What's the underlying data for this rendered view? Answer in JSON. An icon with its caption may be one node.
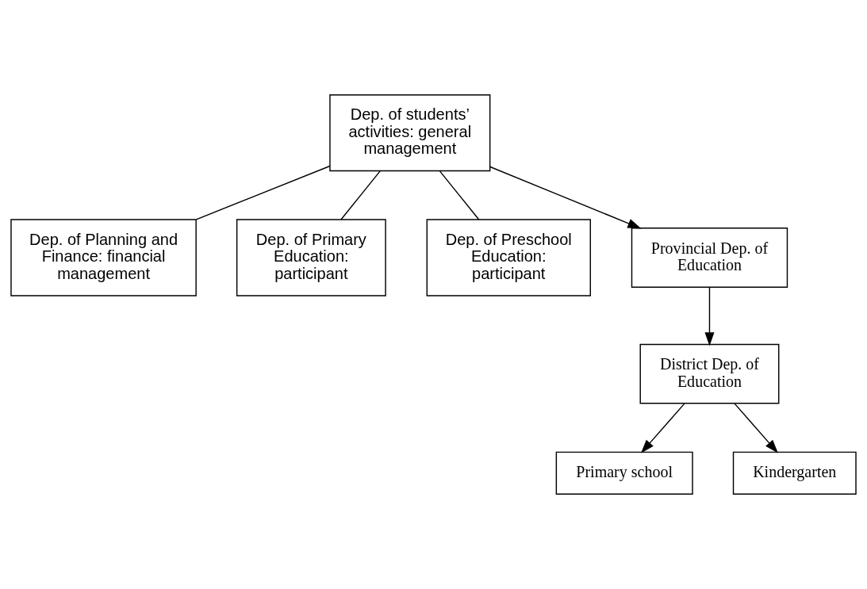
{
  "diagram": {
    "nodes": [
      {
        "text": [
          "Dep. of students’ activities: general management"
        ]
      },
      {
        "text": [
          "Dep. of Planning and Finance: financial management"
        ]
      },
      {
        "text": [
          "Dep. of Primary Education: participant"
        ]
      },
      {
        "text": [
          "Dep. of Preschool Education: participant"
        ]
      },
      {
        "text": [
          "Provincial Dep. of Education"
        ]
      },
      {
        "text": [
          "District Dep. of Education"
        ]
      },
      {
        "text": [
          "Primary school"
        ]
      },
      {
        "text": [
          "Kindergarten"
        ]
      }
    ],
    "edges": [
      {
        "from": 0,
        "to": 1,
        "arrow": "none"
      },
      {
        "from": 0,
        "to": 2,
        "arrow": "none"
      },
      {
        "from": 0,
        "to": 3,
        "arrow": "none"
      },
      {
        "from": 0,
        "to": 4,
        "arrow": "to"
      },
      {
        "from": 4,
        "to": 5,
        "arrow": "to"
      },
      {
        "from": 5,
        "to": 6,
        "arrow": "to"
      },
      {
        "from": 5,
        "to": 7,
        "arrow": "to"
      }
    ]
  }
}
